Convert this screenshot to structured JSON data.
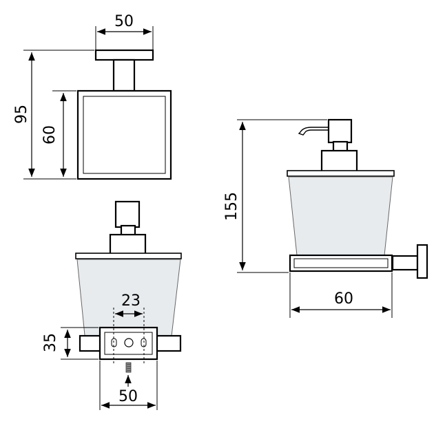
{
  "drawing": {
    "dimensions": {
      "top_width": "50",
      "top_total_height": "95",
      "top_frame_height": "60",
      "side_total_height": "155",
      "side_depth": "60",
      "front_hole_spacing": "23",
      "front_plate_height": "35",
      "front_plate_width": "50"
    }
  }
}
